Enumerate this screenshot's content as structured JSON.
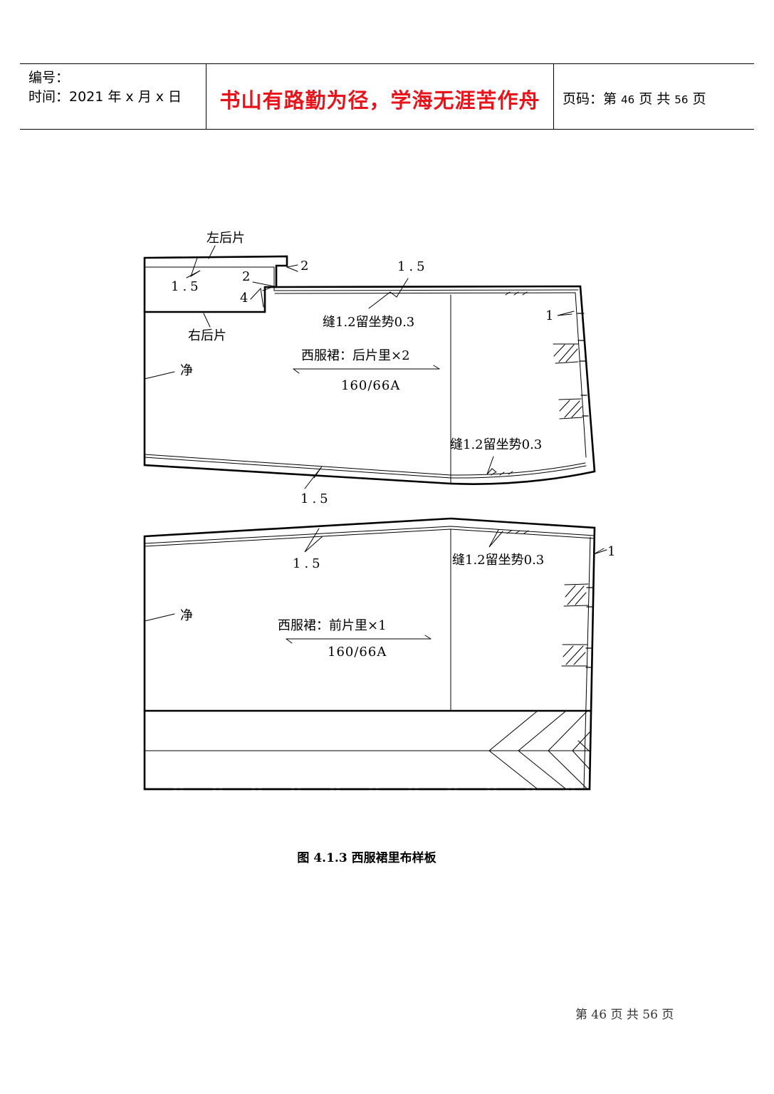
{
  "header": {
    "number_label": "编号：",
    "time_text": "时间：2021 年 x 月 x 日",
    "motto": "书山有路勤为径，学海无涯苦作舟",
    "page_prefix": "页码：第",
    "page_current": "46",
    "page_mid": "页  共",
    "page_total": "56",
    "page_suffix": "页"
  },
  "back_piece": {
    "left_back": "左后片",
    "right_back": "右后片",
    "dim_1_5_a": "1.5",
    "dim_2_top": "2",
    "dim_2_notch": "2",
    "dim_4_notch": "4",
    "dim_1_5_top": "1.5",
    "dim_1_side": "1",
    "seam_note_top": "缝1.2留坐势0.3",
    "seam_note_right": "缝1.2留坐势0.3",
    "net": "净",
    "title": "西服裙：后片里×2",
    "size": "160/66A",
    "dim_1_5_bottom": "1.5"
  },
  "front_piece": {
    "dim_1_5_top": "1.5",
    "seam_note": "缝1.2留坐势0.3",
    "dim_1_side": "1",
    "net": "净",
    "title": "西服裙：前片里×1",
    "size": "160/66A"
  },
  "caption": "图 4.1.3  西服裙里布样板",
  "footer": "第 46 页 共 56 页"
}
